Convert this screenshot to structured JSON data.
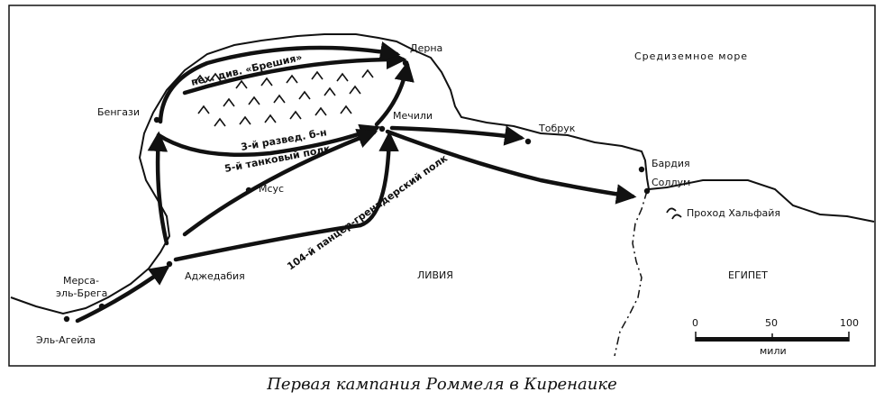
{
  "caption": "Первая кампания Роммеля в Киренаике",
  "places": {
    "derna": "Дерна",
    "sea": "Средиземное море",
    "benghazi": "Бенгази",
    "mechili": "Мечили",
    "tobruk": "Тобрук",
    "bardia": "Бардия",
    "sollum": "Соллум",
    "halfaya": "Проход Хальфайя",
    "msus": "Мсус",
    "ajdabiya": "Аджедабия",
    "mersa_1": "Мерса-",
    "mersa_2": "эль-Брега",
    "el_agheila": "Эль-Агейла",
    "libya": "ЛИВИЯ",
    "egypt": "ЕГИПЕТ"
  },
  "units": {
    "brescia": "пех. див. «Брешия»",
    "recon": "3-й развед. б-н",
    "tank": "5-й танковый полк",
    "pzgren": "104-й панцер-гренадерский полк"
  },
  "scale": {
    "ticks": [
      "0",
      "50",
      "100"
    ],
    "unit": "мили"
  },
  "colors": {
    "ink": "#111111",
    "paper": "#ffffff"
  }
}
